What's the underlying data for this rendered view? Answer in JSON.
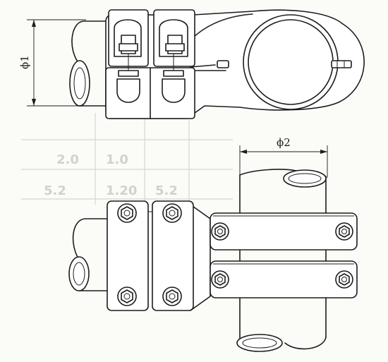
{
  "dimensions": {
    "phi1_label": "ϕ1",
    "phi2_label": "ϕ2"
  },
  "ghost_table": {
    "cells": [
      "2.0",
      "1.0",
      "5.2",
      "1.20",
      "5.2"
    ]
  },
  "colors": {
    "line": "#1c1c1c",
    "paper": "#fbfbf8",
    "ghost": "#d6d6d0"
  }
}
